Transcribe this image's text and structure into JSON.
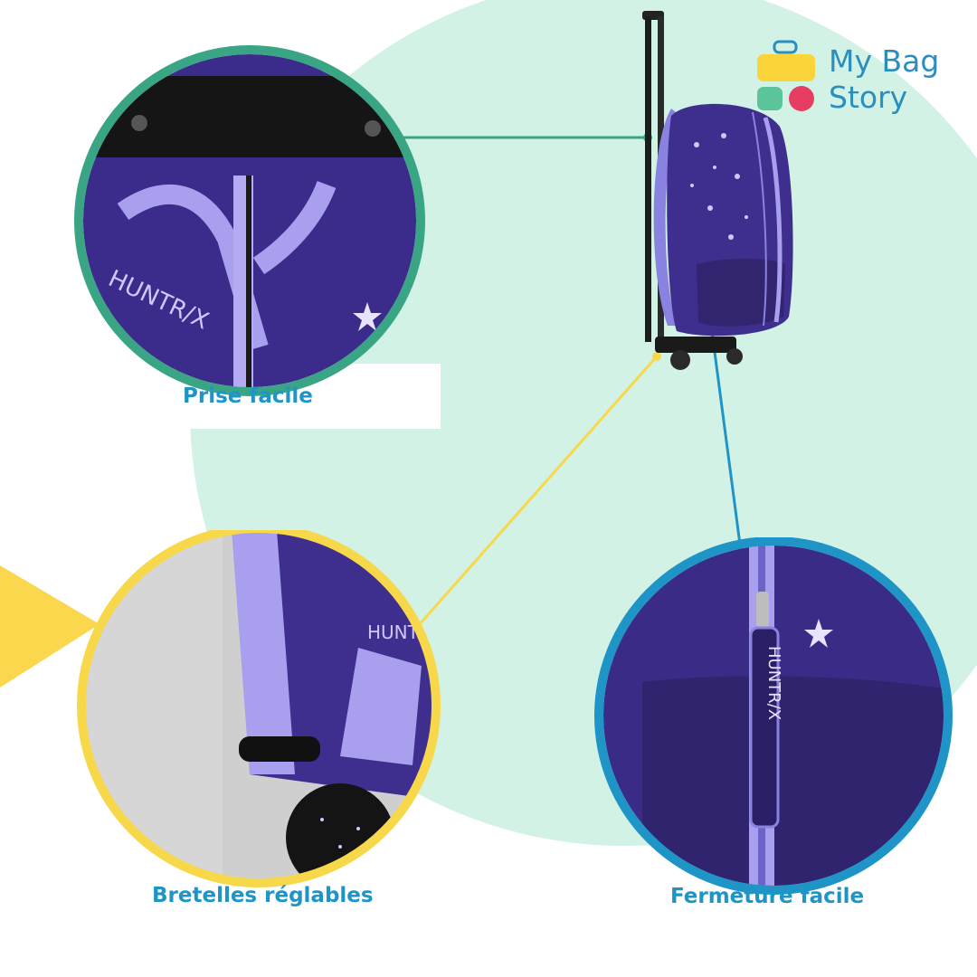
{
  "brand": {
    "name": "My Bag\nStory",
    "icon": "suitcase-logo-icon",
    "colors": {
      "yellow": "#f9d53a",
      "green": "#5cc49a",
      "pink": "#e63d63",
      "blue": "#2a8fbe"
    }
  },
  "features": [
    {
      "label": "Prise facile",
      "icon": "top-handle-closeup",
      "ring_color": "#3aa584"
    },
    {
      "label": "Bretelles réglables",
      "icon": "strap-buckle-closeup",
      "ring_color": "#f7d84a"
    },
    {
      "label": "Fermeture facile",
      "icon": "zipper-closeup",
      "ring_color": "#1e95c6"
    }
  ],
  "product": {
    "icon": "trolley-backpack",
    "zipper_text": "HUNTR/X"
  },
  "colors": {
    "mint_bg": "#d3f2e6",
    "yellow_shape": "#fbd74e",
    "caption": "#1e95c6",
    "bag_purple": "#3e2e8e",
    "strap_lilac": "#a8a0ee"
  }
}
